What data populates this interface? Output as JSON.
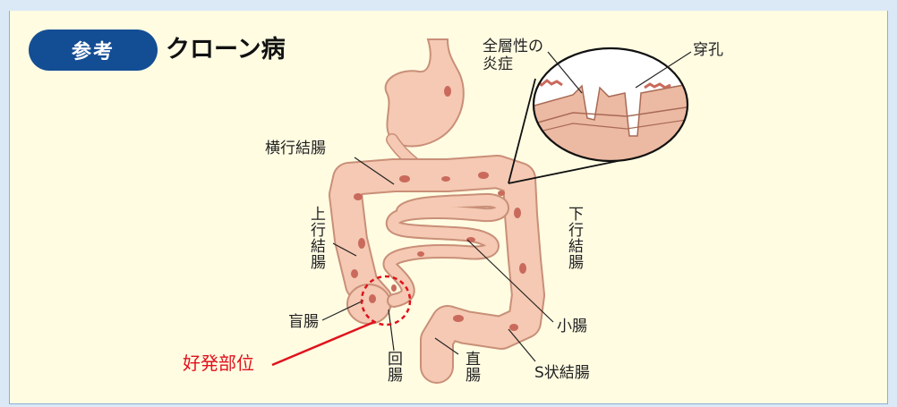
{
  "badge": "参考",
  "title": "クローン病",
  "labels": {
    "transverse": "横行結腸",
    "ascending": "上行結腸",
    "descending": "下行結腸",
    "cecum": "盲腸",
    "ileum": "回腸",
    "rectum": "直腸",
    "small_intestine": "小腸",
    "sigmoid": "S状結腸",
    "transmural": "全層性の\n炎症",
    "perforation": "穿孔",
    "predilection": "好発部位"
  },
  "colors": {
    "frame_bg": "#dbe9f7",
    "panel_bg": "#fffce2",
    "badge_bg": "#134d94",
    "organ_fill": "#f5c9b3",
    "organ_stroke": "#c98f78",
    "lesion": "#c96a5c",
    "highlight": "#e0121c"
  }
}
